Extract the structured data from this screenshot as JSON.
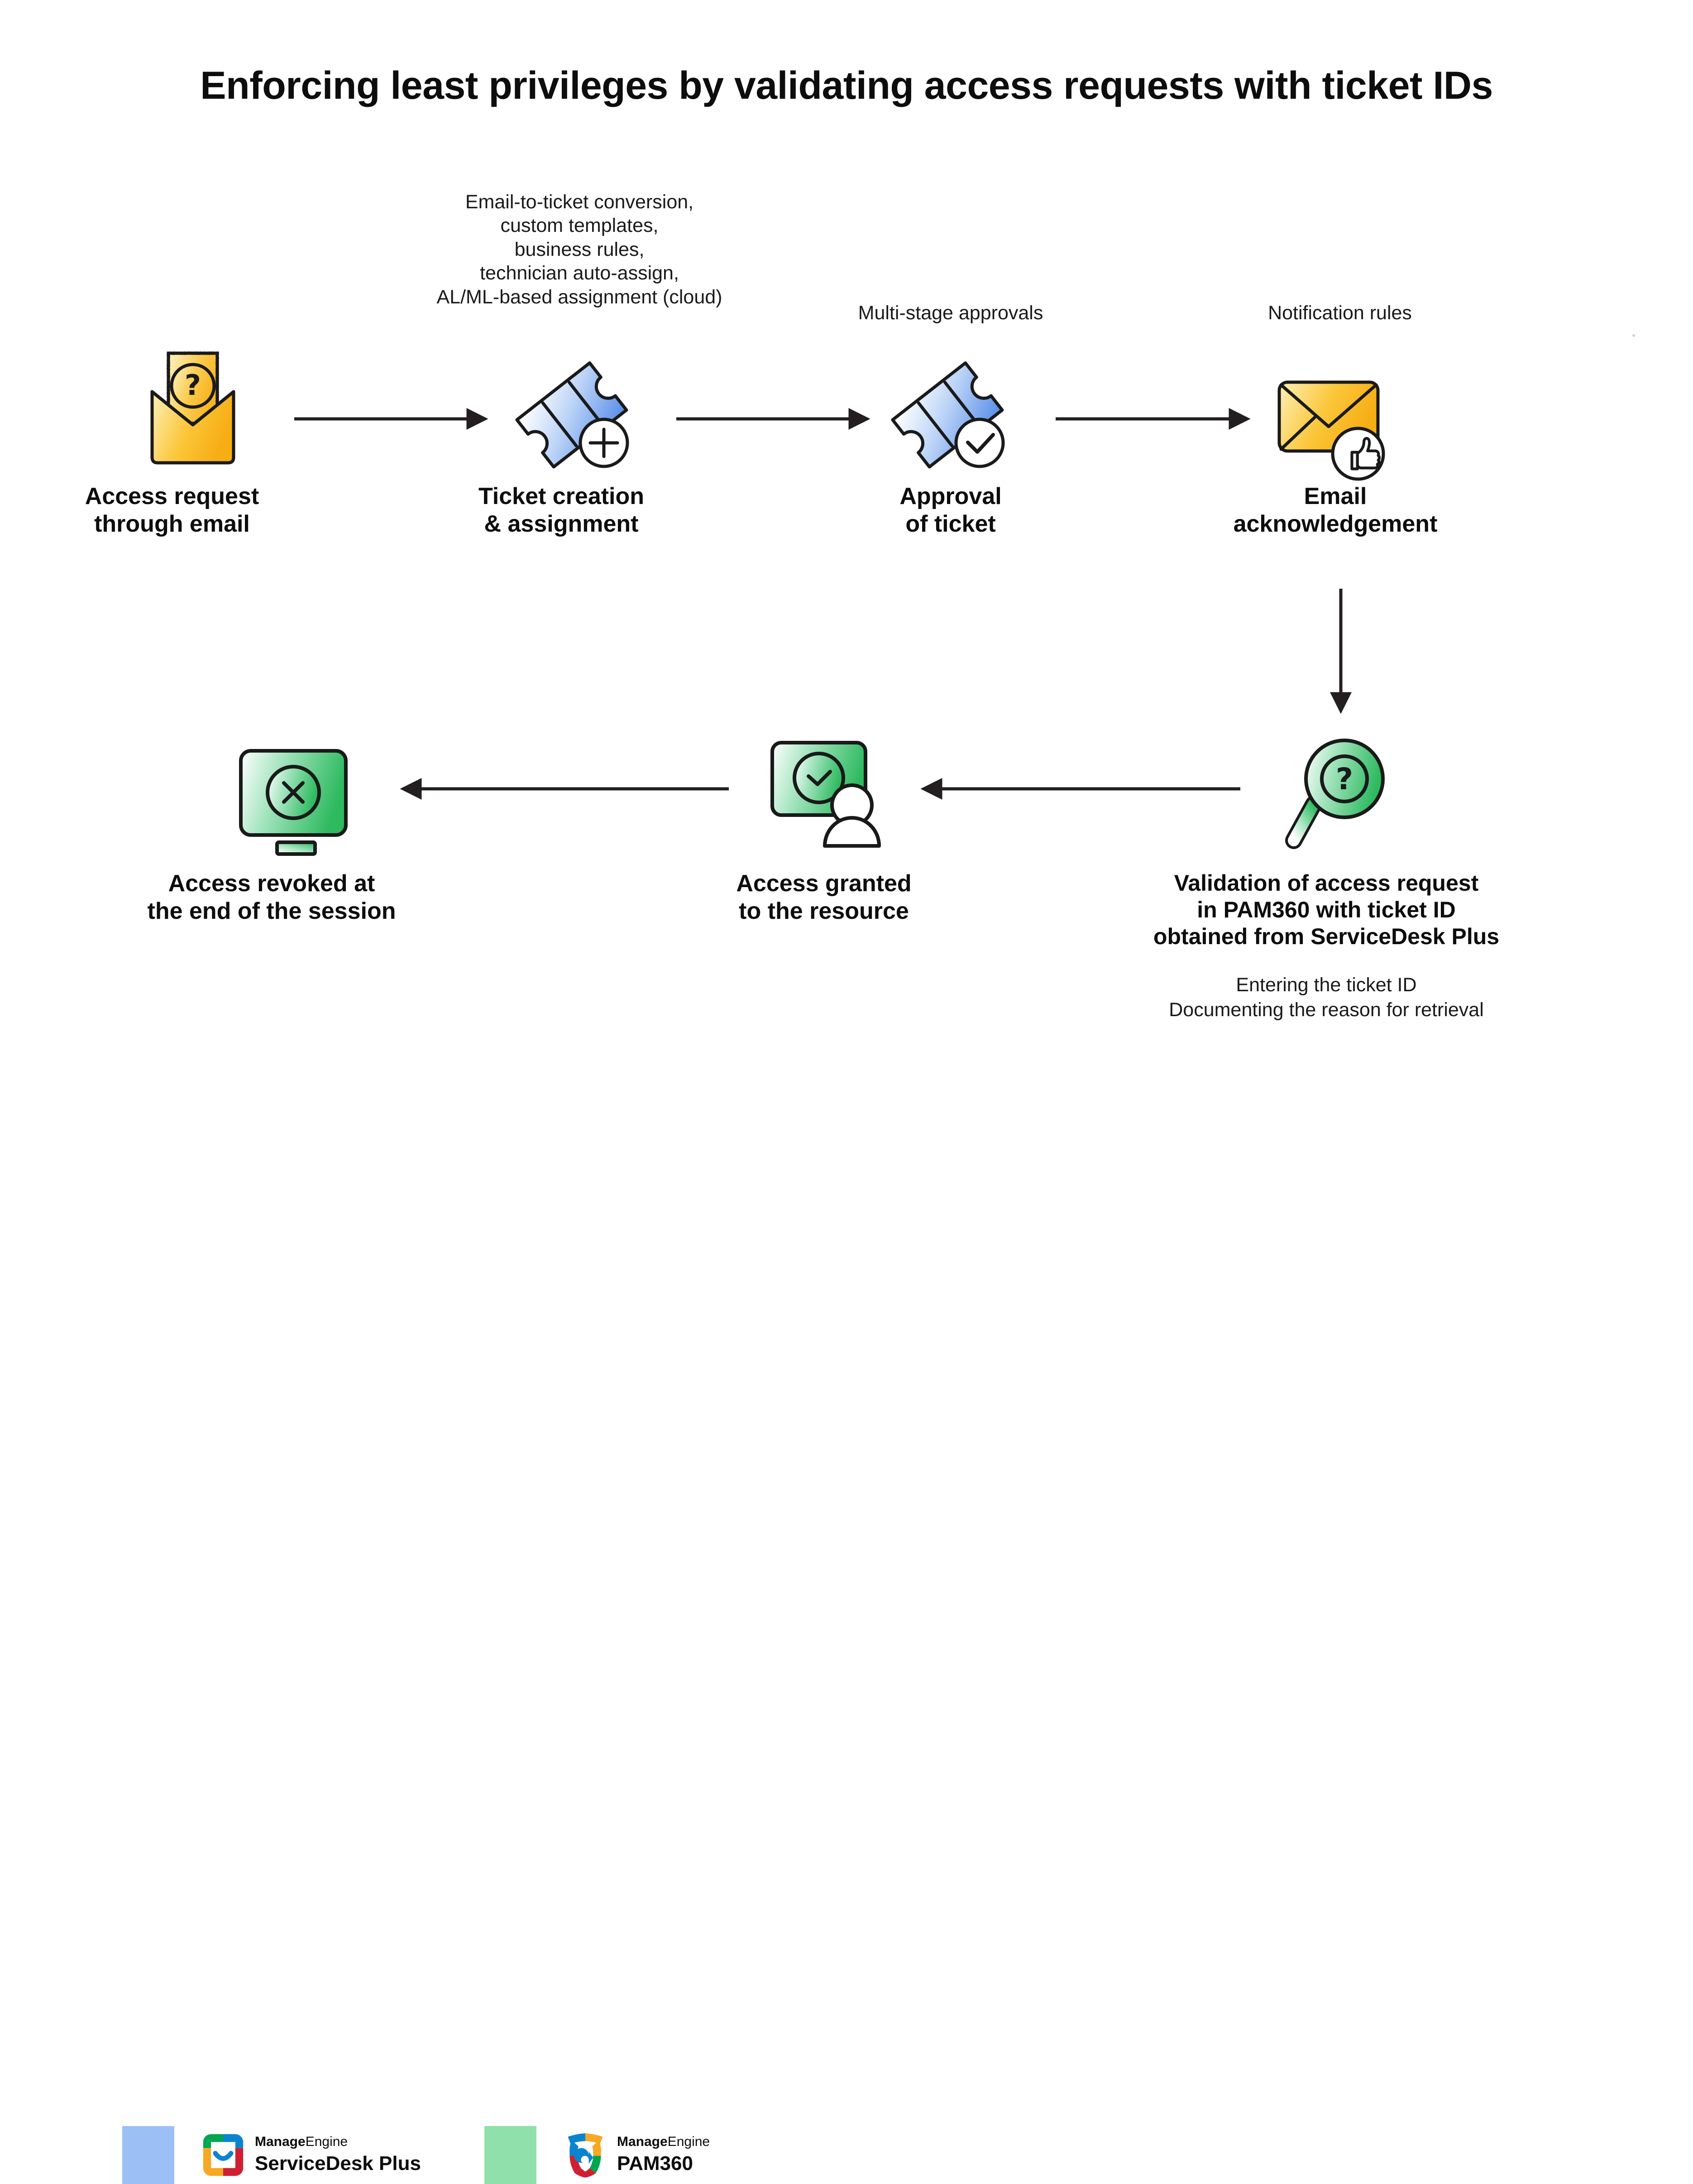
{
  "title": "Enforcing least privileges by validating access requests with ticket IDs",
  "annotations": [
    {
      "id": "ticket-features",
      "text": "Email-to-ticket conversion,\ncustom templates,\nbusiness rules,\ntechnician auto-assign,\nAL/ML-based assignment (cloud)"
    },
    {
      "id": "approval-features",
      "text": "Multi-stage approvals"
    },
    {
      "id": "notification-features",
      "text": "Notification rules"
    }
  ],
  "steps": {
    "request": {
      "label": "Access request\nthrough email",
      "icon": "envelope-question-icon"
    },
    "ticket": {
      "label": "Ticket creation\n& assignment",
      "icon": "ticket-plus-icon"
    },
    "approval": {
      "label": "Approval\nof ticket",
      "icon": "ticket-check-icon"
    },
    "acknowledgement": {
      "label": "Email\nacknowledgement",
      "icon": "envelope-thumbsup-icon"
    },
    "validation": {
      "label": "Validation of access request\nin PAM360 with ticket ID\nobtained from ServiceDesk Plus",
      "note": "Entering the ticket ID\nDocumenting the reason for retrieval",
      "icon": "magnifier-question-icon"
    },
    "granted": {
      "label": "Access granted\nto the resource",
      "icon": "screen-check-user-icon"
    },
    "revoked": {
      "label": "Access revoked at\nthe end of the session",
      "icon": "monitor-cross-icon"
    }
  },
  "footer": {
    "brands": [
      {
        "swatch_color": "#9cc0f5",
        "company": "ManageEngine",
        "company_bold": "Manage",
        "company_light": "Engine",
        "product": "ServiceDesk Plus",
        "logo": "servicedesk-plus-logo"
      },
      {
        "swatch_color": "#8fe0ab",
        "company": "ManageEngine",
        "company_bold": "Manage",
        "company_light": "Engine",
        "product": "PAM360",
        "logo": "pam360-logo"
      }
    ]
  },
  "colors": {
    "yellow_light": "#fdeeb0",
    "yellow_dark": "#f9b521",
    "blue_light": "#ffffff",
    "blue_dark": "#4d87e8",
    "green_light": "#ffffff",
    "green_dark": "#33bb63",
    "arrow": "#231f20",
    "text": "#0d0d0d",
    "logo_green": "#00a650",
    "logo_blue": "#0a84d1",
    "logo_orange": "#f7a823",
    "logo_red": "#cf2031"
  }
}
